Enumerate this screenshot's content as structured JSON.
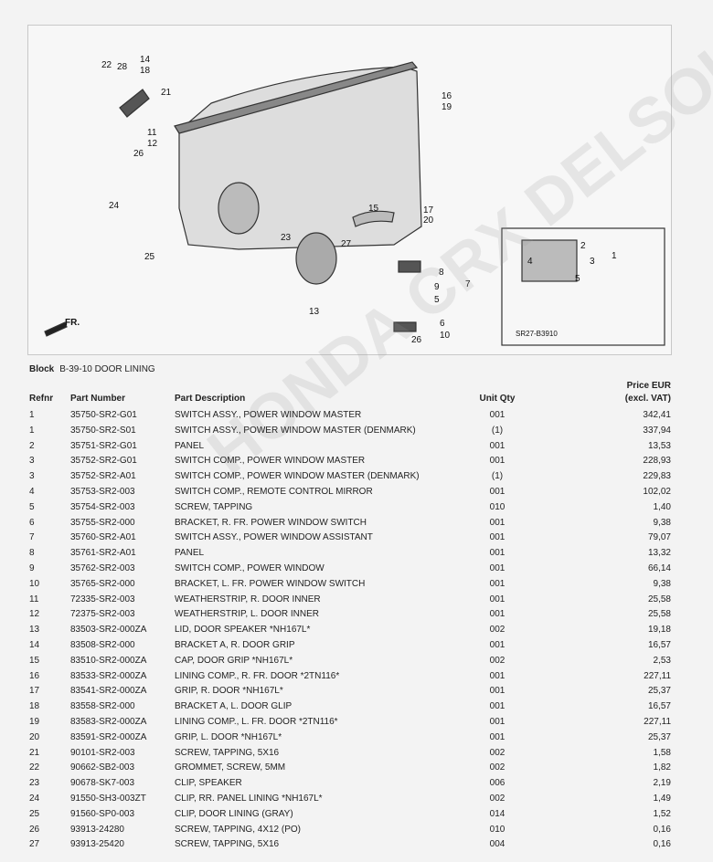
{
  "diagram": {
    "code": "SR27-B3910",
    "front_label": "FR.",
    "callouts": [
      "22",
      "28",
      "14",
      "18",
      "21",
      "16",
      "19",
      "11",
      "12",
      "26",
      "24",
      "25",
      "15",
      "17",
      "20",
      "23",
      "27",
      "13",
      "8",
      "9",
      "5",
      "7",
      "6",
      "10",
      "26",
      "2",
      "1",
      "4",
      "3",
      "5"
    ]
  },
  "watermark": "HONDA CRX DELSOL",
  "block": {
    "label": "Block",
    "value": "B-39-10 DOOR LINING"
  },
  "table": {
    "headers": {
      "refnr": "Refnr",
      "part_number": "Part Number",
      "description": "Part Description",
      "unit_qty": "Unit Qty",
      "price_line1": "Price EUR",
      "price_line2": "(excl. VAT)"
    },
    "rows": [
      [
        "1",
        "35750-SR2-G01",
        "SWITCH ASSY., POWER WINDOW MASTER",
        "001",
        "342,41"
      ],
      [
        "1",
        "35750-SR2-S01",
        "SWITCH ASSY., POWER WINDOW MASTER (DENMARK)",
        "(1)",
        "337,94"
      ],
      [
        "2",
        "35751-SR2-G01",
        "PANEL",
        "001",
        "13,53"
      ],
      [
        "3",
        "35752-SR2-G01",
        "SWITCH COMP., POWER WINDOW MASTER",
        "001",
        "228,93"
      ],
      [
        "3",
        "35752-SR2-A01",
        "SWITCH COMP., POWER WINDOW MASTER (DENMARK)",
        "(1)",
        "229,83"
      ],
      [
        "4",
        "35753-SR2-003",
        "SWITCH COMP., REMOTE CONTROL MIRROR",
        "001",
        "102,02"
      ],
      [
        "5",
        "35754-SR2-003",
        "SCREW, TAPPING",
        "010",
        "1,40"
      ],
      [
        "6",
        "35755-SR2-000",
        "BRACKET, R. FR. POWER WINDOW SWITCH",
        "001",
        "9,38"
      ],
      [
        "7",
        "35760-SR2-A01",
        "SWITCH ASSY., POWER WINDOW ASSISTANT",
        "001",
        "79,07"
      ],
      [
        "8",
        "35761-SR2-A01",
        "PANEL",
        "001",
        "13,32"
      ],
      [
        "9",
        "35762-SR2-003",
        "SWITCH COMP., POWER WINDOW",
        "001",
        "66,14"
      ],
      [
        "10",
        "35765-SR2-000",
        "BRACKET, L. FR. POWER WINDOW SWITCH",
        "001",
        "9,38"
      ],
      [
        "11",
        "72335-SR2-003",
        "WEATHERSTRIP, R. DOOR INNER",
        "001",
        "25,58"
      ],
      [
        "12",
        "72375-SR2-003",
        "WEATHERSTRIP, L. DOOR INNER",
        "001",
        "25,58"
      ],
      [
        "13",
        "83503-SR2-000ZA",
        "LID, DOOR SPEAKER *NH167L*",
        "002",
        "19,18"
      ],
      [
        "14",
        "83508-SR2-000",
        "BRACKET A, R. DOOR GRIP",
        "001",
        "16,57"
      ],
      [
        "15",
        "83510-SR2-000ZA",
        "CAP, DOOR GRIP *NH167L*",
        "002",
        "2,53"
      ],
      [
        "16",
        "83533-SR2-000ZA",
        "LINING COMP., R. FR. DOOR *2TN116*",
        "001",
        "227,11"
      ],
      [
        "17",
        "83541-SR2-000ZA",
        "GRIP, R. DOOR *NH167L*",
        "001",
        "25,37"
      ],
      [
        "18",
        "83558-SR2-000",
        "BRACKET A, L. DOOR GLIP",
        "001",
        "16,57"
      ],
      [
        "19",
        "83583-SR2-000ZA",
        "LINING COMP., L. FR. DOOR *2TN116*",
        "001",
        "227,11"
      ],
      [
        "20",
        "83591-SR2-000ZA",
        "GRIP, L. DOOR *NH167L*",
        "001",
        "25,37"
      ],
      [
        "21",
        "90101-SR2-003",
        "SCREW, TAPPING, 5X16",
        "002",
        "1,58"
      ],
      [
        "22",
        "90662-SB2-003",
        "GROMMET, SCREW, 5MM",
        "002",
        "1,82"
      ],
      [
        "23",
        "90678-SK7-003",
        "CLIP, SPEAKER",
        "006",
        "2,19"
      ],
      [
        "24",
        "91550-SH3-003ZT",
        "CLIP, RR. PANEL LINING *NH167L*",
        "002",
        "1,49"
      ],
      [
        "25",
        "91560-SP0-003",
        "CLIP, DOOR LINING (GRAY)",
        "014",
        "1,52"
      ],
      [
        "26",
        "93913-24280",
        "SCREW, TAPPING, 4X12 (PO)",
        "010",
        "0,16"
      ],
      [
        "27",
        "93913-25420",
        "SCREW, TAPPING, 5X16",
        "004",
        "0,16"
      ]
    ]
  }
}
